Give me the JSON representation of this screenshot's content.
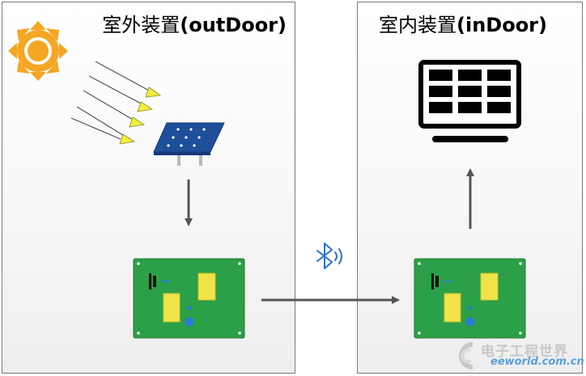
{
  "outdoor": {
    "title_cn": "室外装置",
    "title_en": "(outDoor)"
  },
  "indoor": {
    "title_cn": "室内装置",
    "title_en": "(inDoor)"
  },
  "watermark": {
    "brand": "电子工程世界",
    "url": "eeworld.com.cn"
  },
  "icons": [
    "sun-icon",
    "solar-panel-icon",
    "pcb-board-icon",
    "bluetooth-icon",
    "monitor-icon"
  ],
  "colors": {
    "pcb_green": "#2ca048",
    "sun": "#f5a623",
    "solar_blue": "#1f4e9a",
    "arrow": "#555555",
    "bluetooth": "#2e6fd0"
  }
}
